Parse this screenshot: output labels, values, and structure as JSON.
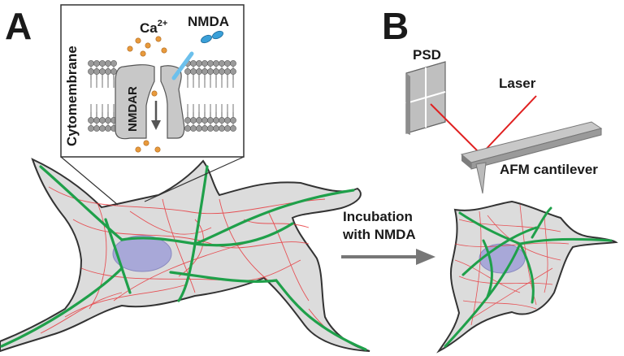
{
  "panels": {
    "a": "A",
    "b": "B"
  },
  "inset": {
    "membrane_label": "Cytomembrane",
    "ion_label": "Ca",
    "ion_charge": "2+",
    "agonist_label": "NMDA",
    "receptor_label": "NMDAR"
  },
  "setup": {
    "detector_label": "PSD",
    "laser_label": "Laser",
    "cantilever_label": "AFM cantilever"
  },
  "process": {
    "line1": "Incubation",
    "line2": "with NMDA"
  },
  "colors": {
    "actin": "#e8383d",
    "microtubule": "#1fa04a",
    "nucleus": "#a8a8d8",
    "cytoplasm": "#dcdcdc",
    "calcium": "#e89a3c",
    "nmda": "#3aa0d8",
    "laser": "#e02020"
  }
}
